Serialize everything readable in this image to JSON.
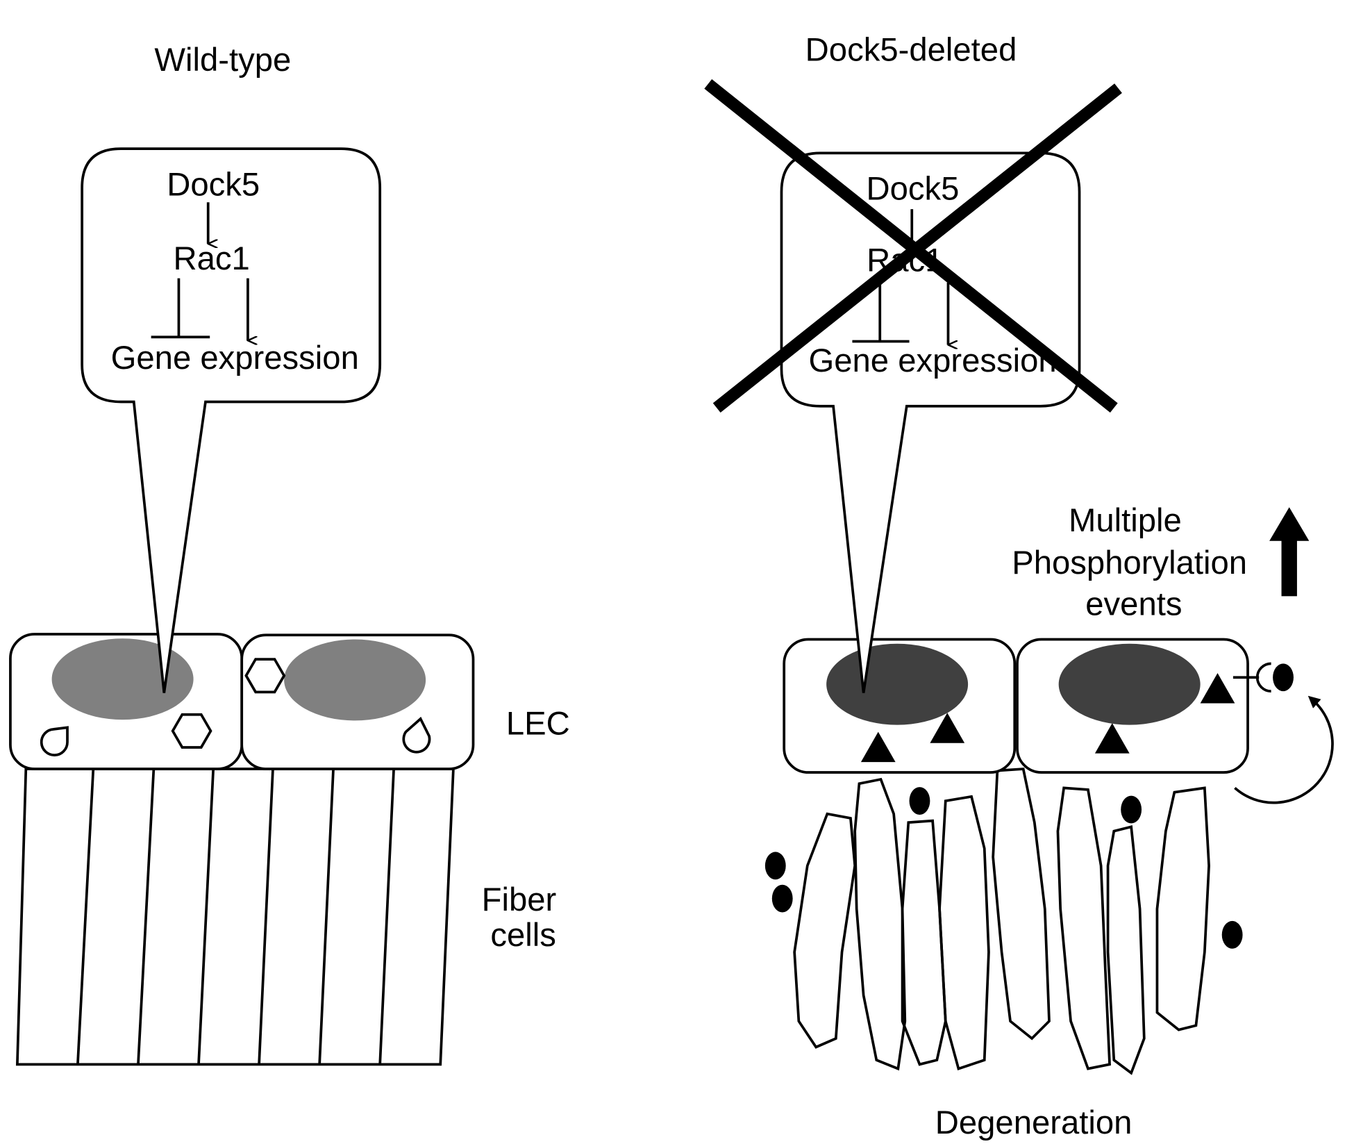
{
  "wild_type": {
    "title": "Wild-type",
    "pathway": {
      "top": "Dock5",
      "middle": "Rac1",
      "bottom": "Gene expression"
    },
    "lec_label": "LEC",
    "fiber_label_line1": "Fiber",
    "fiber_label_line2": "cells",
    "nucleus_color": "#808080"
  },
  "dock5_deleted": {
    "title": "Dock5-deleted",
    "pathway": {
      "top": "Dock5",
      "middle": "Rac1",
      "bottom": "Gene expression"
    },
    "phospho_line1": "Multiple",
    "phospho_line2": "Phosphorylation",
    "phospho_line3": "events",
    "degeneration_label": "Degeneration",
    "nucleus_color": "#404040"
  }
}
